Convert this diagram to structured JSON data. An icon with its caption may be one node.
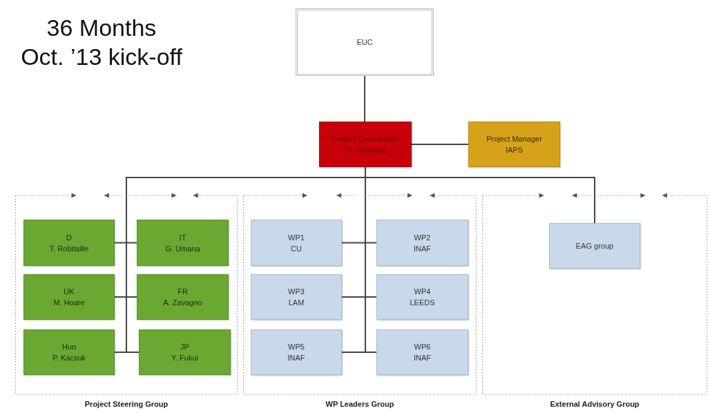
{
  "diagram": {
    "nodes": [
      {
        "text": [
          "Project Steering Group"
        ]
      },
      {
        "text": [
          "WP Leaders Group"
        ]
      },
      {
        "text": [
          "External Advisory Group"
        ]
      },
      {
        "text": [
          "EUC"
        ]
      },
      {
        "text": [
          "Project Coordinator",
          "(S. Molinari)"
        ]
      },
      {
        "text": [
          "Project Manager",
          "IAPS"
        ]
      },
      {
        "text": [
          "D",
          "T. Robitaille"
        ],
        "in": 0
      },
      {
        "text": [
          "IT",
          "G. Umana"
        ],
        "in": 0
      },
      {
        "text": [
          "UK",
          "M. Hoare"
        ],
        "in": 0
      },
      {
        "text": [
          "FR",
          "A. Zavagno"
        ],
        "in": 0
      },
      {
        "text": [
          "Hun",
          "P. Kacsuk"
        ],
        "in": 0
      },
      {
        "text": [
          "JP",
          "Y. Fukui"
        ],
        "in": 0
      },
      {
        "text": [
          "WP1",
          "CU"
        ],
        "in": 1
      },
      {
        "text": [
          "WP2",
          "INAF"
        ],
        "in": 1
      },
      {
        "text": [
          "WP3",
          "LAM"
        ],
        "in": 1
      },
      {
        "text": [
          "WP4",
          "LEEDS"
        ],
        "in": 1
      },
      {
        "text": [
          "WP5",
          "INAF"
        ],
        "in": 1
      },
      {
        "text": [
          "WP6",
          "INAF"
        ],
        "in": 1
      },
      {
        "text": [
          "EAG group"
        ],
        "in": 2
      }
    ],
    "edges": [
      {
        "from": 3,
        "to": 4,
        "arrow": "none"
      },
      {
        "from": 4,
        "to": 5,
        "arrow": "none"
      },
      {
        "from": 4,
        "to": 6,
        "arrow": "none"
      },
      {
        "from": 4,
        "to": 7,
        "arrow": "none"
      },
      {
        "from": 4,
        "to": 8,
        "arrow": "none"
      },
      {
        "from": 4,
        "to": 9,
        "arrow": "none"
      },
      {
        "from": 4,
        "to": 10,
        "arrow": "none"
      },
      {
        "from": 4,
        "to": 11,
        "arrow": "none"
      },
      {
        "from": 4,
        "to": 12,
        "arrow": "none"
      },
      {
        "from": 4,
        "to": 13,
        "arrow": "none"
      },
      {
        "from": 4,
        "to": 14,
        "arrow": "none"
      },
      {
        "from": 4,
        "to": 15,
        "arrow": "none"
      },
      {
        "from": 4,
        "to": 16,
        "arrow": "none"
      },
      {
        "from": 4,
        "to": 17,
        "arrow": "none"
      },
      {
        "from": 4,
        "to": 18,
        "arrow": "none"
      }
    ],
    "labels": [
      "36 Months",
      "Oct. ’13 kick-off"
    ]
  }
}
